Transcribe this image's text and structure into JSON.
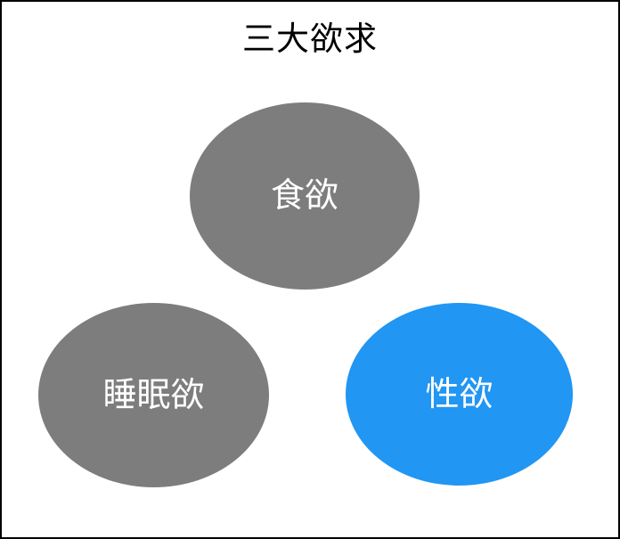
{
  "title": "三大欲求",
  "colors": {
    "background": "#FFFFFF",
    "border": "#000000",
    "title_text": "#000000",
    "node_label_text": "#FFFFFF",
    "gray_node_fill": "#7D7D7D",
    "accent_node_fill": "#2196F3"
  },
  "diagram": {
    "nodes": [
      {
        "id": "appetite",
        "label": "食欲",
        "fill": "#7D7D7D",
        "position": "top-center"
      },
      {
        "id": "sleep-desire",
        "label": "睡眠欲",
        "fill": "#7D7D7D",
        "position": "bottom-left"
      },
      {
        "id": "sexual-desire",
        "label": "性欲",
        "fill": "#2196F3",
        "position": "bottom-right"
      }
    ]
  }
}
